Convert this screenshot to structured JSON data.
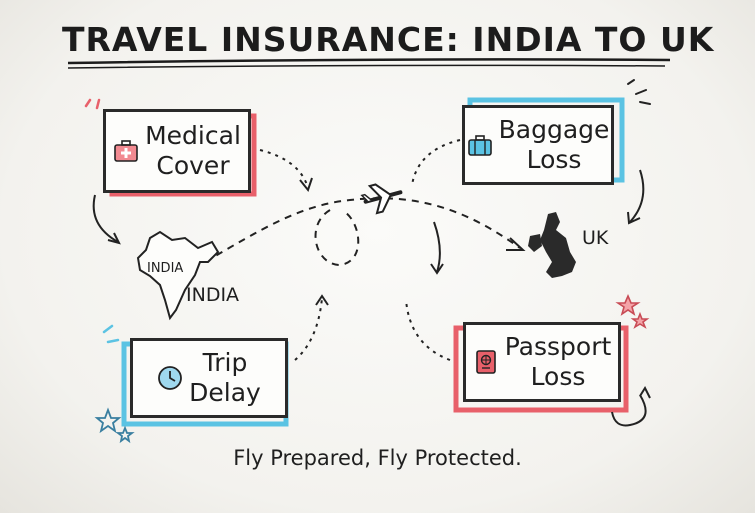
{
  "title": "TRAVEL INSURANCE: INDIA TO UK",
  "boxes": {
    "medical": {
      "line1": "Medical",
      "line2": "Cover",
      "icon": "medical-kit-icon",
      "accent": "#e8606a"
    },
    "baggage": {
      "line1": "Baggage",
      "line2": "Loss",
      "icon": "suitcase-icon",
      "accent": "#5bc3e3"
    },
    "trip_delay": {
      "line1": "Trip",
      "line2": "Delay",
      "icon": "clock-icon",
      "accent": "#5bc3e3"
    },
    "passport": {
      "line1": "Passport",
      "line2": "Loss",
      "icon": "passport-icon",
      "accent": "#e8606a"
    }
  },
  "map": {
    "india_inner": "INDIA",
    "india_label": "INDIA",
    "uk_label": "UK"
  },
  "tagline": "Fly Prepared, Fly Protected."
}
